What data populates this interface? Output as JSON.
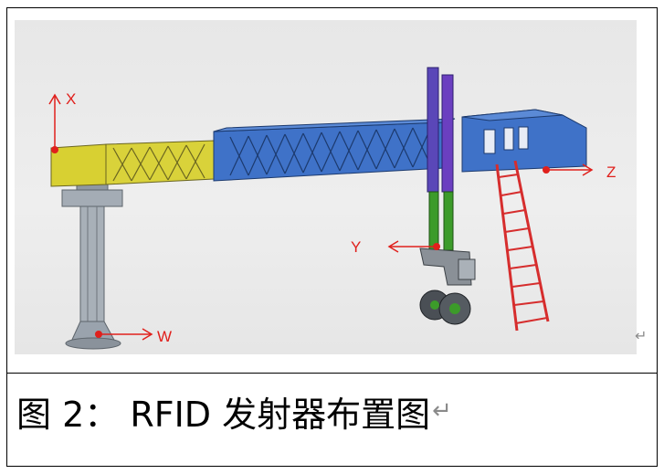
{
  "figure": {
    "labels": {
      "x": "X",
      "y": "Y",
      "z": "Z",
      "w": "W"
    },
    "colors": {
      "annotation": "#e0201c",
      "yellow_section": "#d9d23a",
      "blue_section": "#3f72c8",
      "grey_pillar": "#9aa3ad",
      "green_leg": "#3c9b2a",
      "purple_column": "#6b3fc0",
      "red_ladder": "#d62d2d",
      "dark_wheel": "#4a4f55"
    }
  },
  "caption": {
    "text": "图 2： RFID 发射器布置图",
    "para_mark": "↵"
  },
  "figure_para_mark": "↵"
}
